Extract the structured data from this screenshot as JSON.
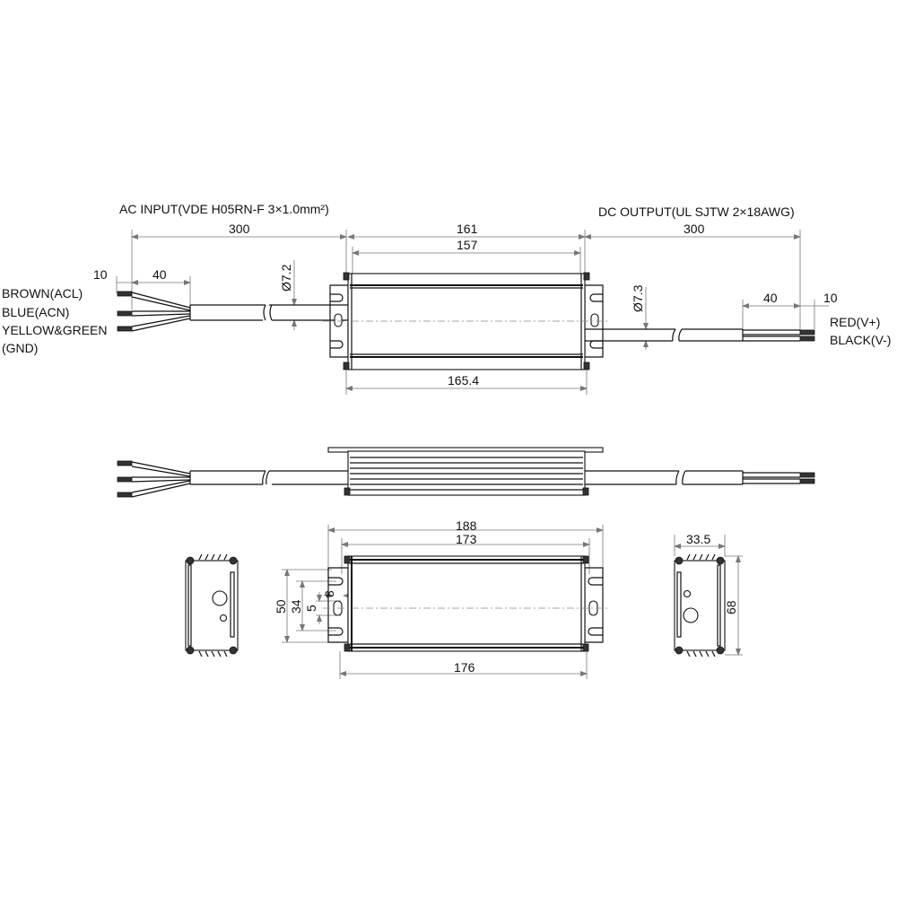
{
  "labels": {
    "ac_input": "AC INPUT(VDE H05RN-F 3×1.0mm²)",
    "dc_output": "DC OUTPUT(UL SJTW 2×18AWG)",
    "brown": "BROWN(ACL)",
    "blue": "BLUE(ACN)",
    "yellow_green": "YELLOW&GREEN",
    "gnd": "(GND)",
    "red": "RED(V+)",
    "black": "BLACK(V-)"
  },
  "dimensions": {
    "ac_cable_length": "300",
    "dc_cable_length": "300",
    "body_161": "161",
    "body_157": "157",
    "ac_strip_40": "40",
    "ac_strip_10": "10",
    "dc_strip_40": "40",
    "dc_strip_10": "10",
    "ac_cable_dia": "Ø7.2",
    "dc_cable_dia": "Ø7.3",
    "flange_165": "165.4",
    "overall_188": "188",
    "hole_pitch_173": "173",
    "base_176": "176",
    "width_50": "50",
    "slot_34": "34",
    "slot_5a": "5",
    "slot_8": "8",
    "slot_5b": "5",
    "height_33_5": "33.5",
    "end_68": "68"
  }
}
